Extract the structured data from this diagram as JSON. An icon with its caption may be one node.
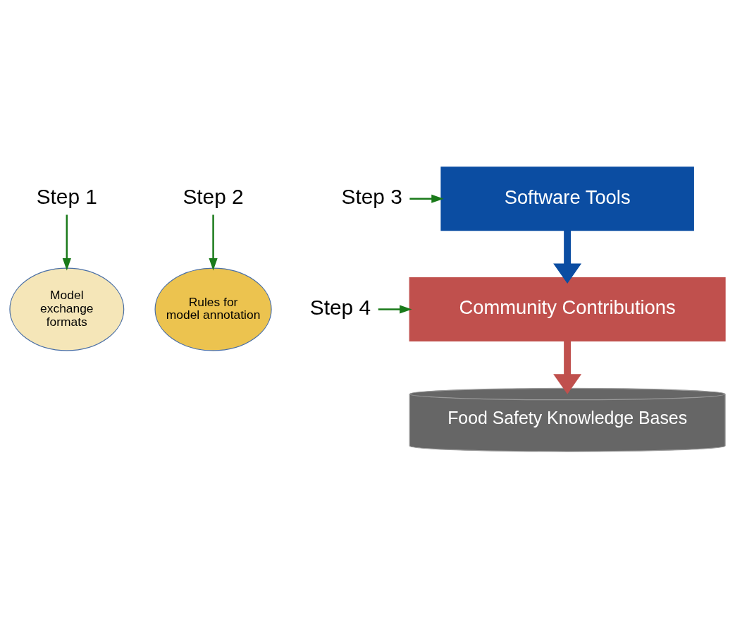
{
  "diagram": {
    "nodes": [
      {
        "text": [
          "Step 1"
        ]
      },
      {
        "text": [
          "Step 2"
        ]
      },
      {
        "text": [
          "Step 3"
        ]
      },
      {
        "text": [
          "Step 4"
        ]
      },
      {
        "text": [
          "Software Tools"
        ]
      },
      {
        "text": [
          "Model exchange formats"
        ]
      },
      {
        "text": [
          "Rules for model annotation"
        ]
      },
      {
        "text": [
          "Community Contributions"
        ]
      },
      {
        "text": [
          "Food Safety Knowledge Bases"
        ]
      }
    ],
    "edges": [
      {
        "from": 0,
        "to": 5,
        "arrow": "to"
      },
      {
        "from": 1,
        "to": 6,
        "arrow": "to"
      },
      {
        "from": 2,
        "to": 4,
        "arrow": "to"
      },
      {
        "from": 3,
        "to": 7,
        "arrow": "to"
      },
      {
        "from": 4,
        "to": 7,
        "arrow": "to",
        "style": "thick",
        "color": "#0b4da2"
      },
      {
        "from": 7,
        "to": 8,
        "arrow": "to",
        "style": "thick",
        "color": "#c0504d"
      }
    ]
  }
}
